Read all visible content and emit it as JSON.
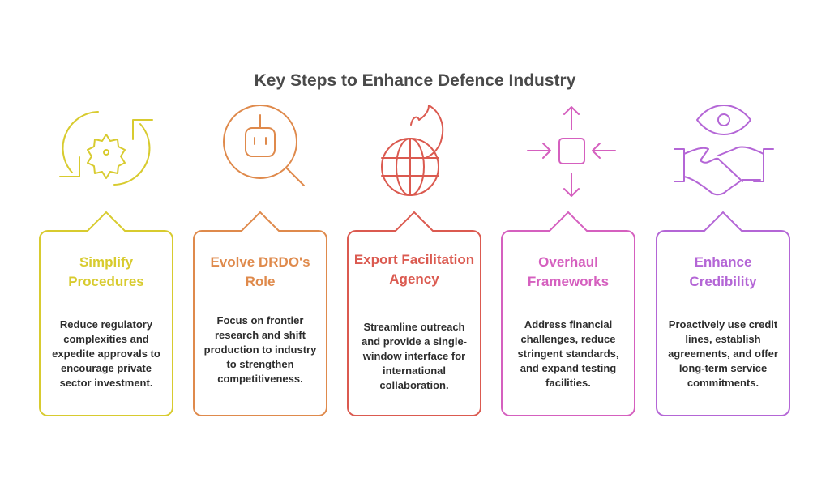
{
  "title": "Key Steps to Enhance Defence Industry",
  "steps": [
    {
      "title": "Simplify Procedures",
      "body": "Reduce regulatory complexities and expedite approvals to encourage private sector investment.",
      "color": "#d8cb2f",
      "icon": "gear-cycle-icon"
    },
    {
      "title": "Evolve DRDO's Role",
      "body": "Focus on frontier research and shift production to industry to strengthen competitiveness.",
      "color": "#df8a4c",
      "icon": "robot-search-icon"
    },
    {
      "title": "Export Facilitation Agency",
      "body": "Streamline outreach and provide a single-window interface for international collaboration.",
      "color": "#db5a50",
      "icon": "globe-fire-icon"
    },
    {
      "title": "Overhaul Frameworks",
      "body": "Address financial challenges, reduce stringent standards, and expand testing facilities.",
      "color": "#d560bf",
      "icon": "arrows-square-icon"
    },
    {
      "title": "Enhance Credibility",
      "body": "Proactively use credit lines, establish agreements, and offer long-term service commitments.",
      "color": "#b466d6",
      "icon": "eye-handshake-icon"
    }
  ]
}
